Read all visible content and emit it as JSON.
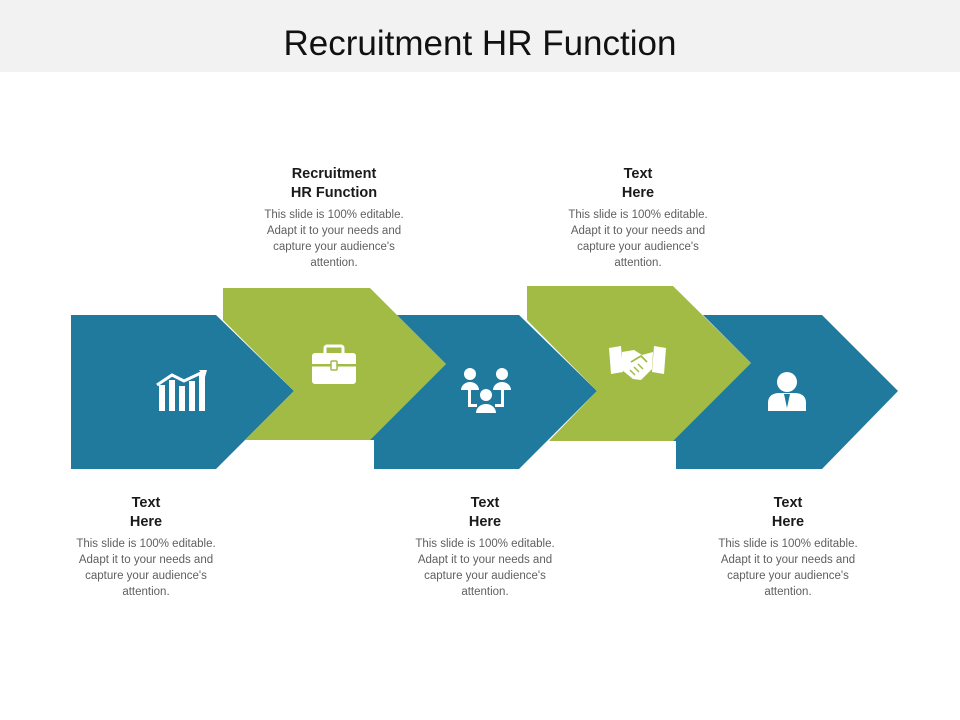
{
  "title": "Recruitment HR Function",
  "colors": {
    "blue": "#1f7a9e",
    "green": "#a2bb45",
    "icon": "#ffffff",
    "header_bg": "#f2f2f2"
  },
  "steps": [
    {
      "icon": "bar-chart-growth-icon",
      "color": "blue",
      "heading_line1": "Text",
      "heading_line2": "Here",
      "description": "This slide is 100% editable. Adapt it to your needs and capture your audience's attention."
    },
    {
      "icon": "briefcase-icon",
      "color": "green",
      "heading_line1": "Recruitment",
      "heading_line2": "HR Function",
      "description": "This slide is 100% editable. Adapt it to your needs and capture your audience's attention."
    },
    {
      "icon": "team-network-icon",
      "color": "blue",
      "heading_line1": "Text",
      "heading_line2": "Here",
      "description": "This slide is 100% editable. Adapt it to your needs and capture your audience's attention."
    },
    {
      "icon": "handshake-icon",
      "color": "green",
      "heading_line1": "Text",
      "heading_line2": "Here",
      "description": "This slide is 100% editable. Adapt it to your needs and capture your audience's attention."
    },
    {
      "icon": "person-icon",
      "color": "blue",
      "heading_line1": "Text",
      "heading_line2": "Here",
      "description": "This slide is 100% editable. Adapt it to your needs and capture your audience's attention."
    }
  ]
}
